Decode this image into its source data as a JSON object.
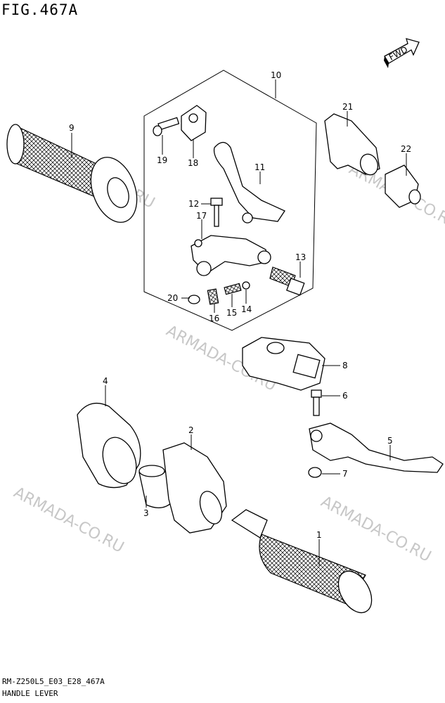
{
  "figure": {
    "title": "FIG.467A",
    "code": "RM-Z250L5_E03_E28_467A",
    "name": "HANDLE LEVER",
    "fwd_label": "FWD",
    "watermark": "ARMADA-CO.RU"
  },
  "callouts": [
    "1",
    "2",
    "3",
    "4",
    "5",
    "6",
    "7",
    "8",
    "9",
    "10",
    "11",
    "12",
    "13",
    "14",
    "15",
    "16",
    "17",
    "18",
    "19",
    "20",
    "21",
    "22"
  ]
}
